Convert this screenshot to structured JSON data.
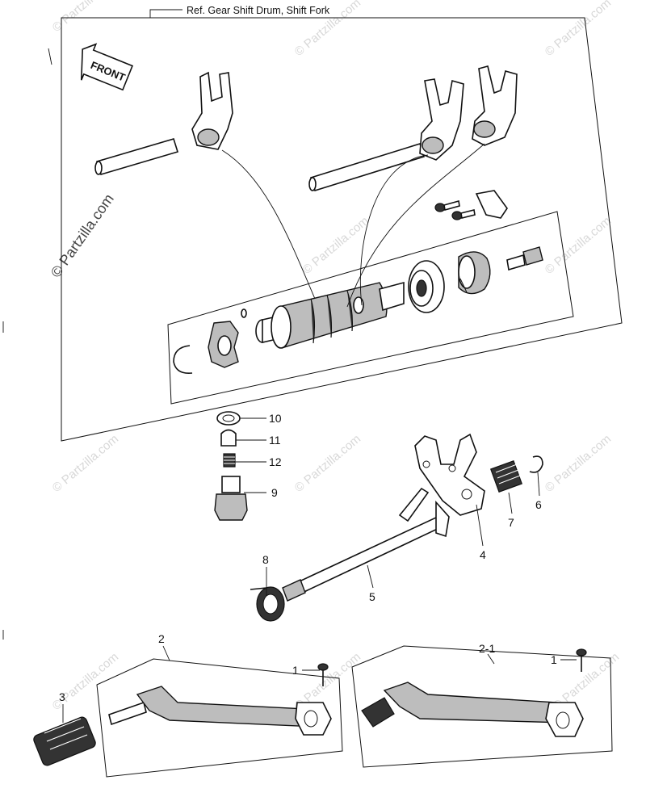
{
  "reference_label": "Ref. Gear Shift Drum, Shift Fork",
  "front_label": "FRONT",
  "watermark": {
    "main": "© Partzilla.com",
    "repeat": "© Partzilla.com"
  },
  "callouts": {
    "c10": "10",
    "c11": "11",
    "c12": "12",
    "c9": "9",
    "c8": "8",
    "c5": "5",
    "c4": "4",
    "c7": "7",
    "c6": "6",
    "c2": "2",
    "c1a": "1",
    "c3": "3",
    "c2_1": "2-1",
    "c1b": "1"
  },
  "colors": {
    "line": "#111111",
    "watermark": "#d8d8d8",
    "background": "#ffffff"
  }
}
